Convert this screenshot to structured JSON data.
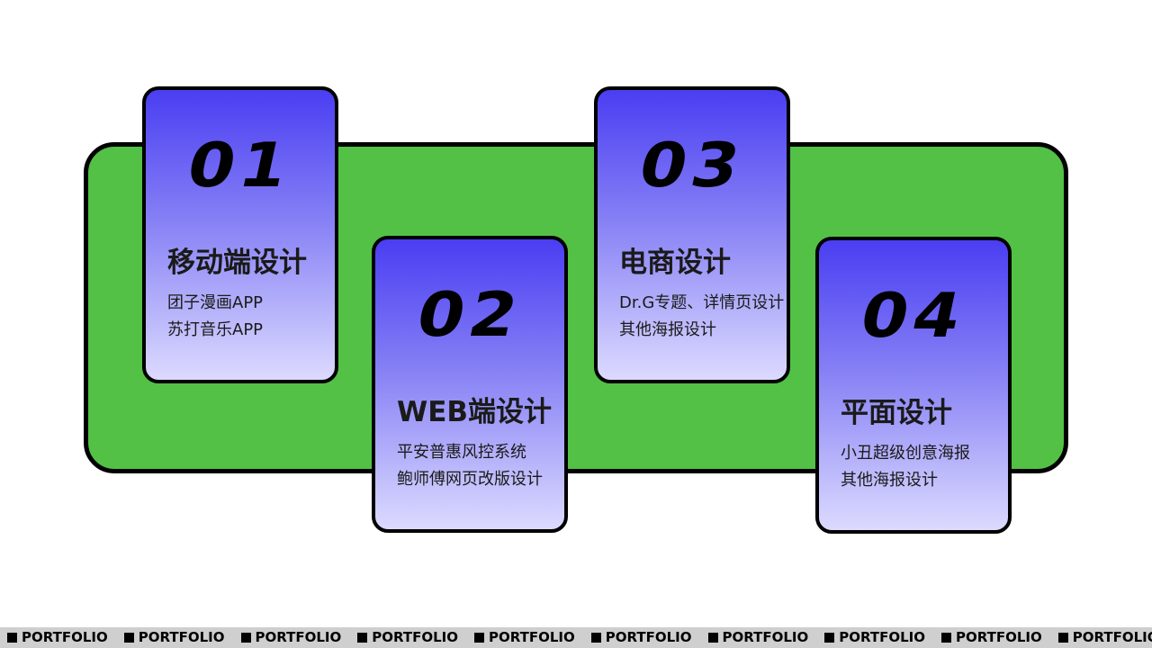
{
  "cards": [
    {
      "number": "01",
      "title": "移动端设计",
      "lines": [
        "团子漫画APP",
        "苏打音乐APP"
      ]
    },
    {
      "number": "02",
      "title": "WEB端设计",
      "lines": [
        "平安普惠风控系统",
        "鲍师傅网页改版设计"
      ]
    },
    {
      "number": "03",
      "title": "电商设计",
      "lines": [
        "Dr.G专题、详情页设计",
        "其他海报设计"
      ]
    },
    {
      "number": "04",
      "title": "平面设计",
      "lines": [
        "小丑超级创意海报",
        "其他海报设计"
      ]
    }
  ],
  "ticker": {
    "label": "PORTFOLIO"
  },
  "colors": {
    "green": "#52c145",
    "card_top": "#4a3ef2",
    "card_bottom": "#dcdaff",
    "ticker_bg": "#cfcfcf"
  }
}
